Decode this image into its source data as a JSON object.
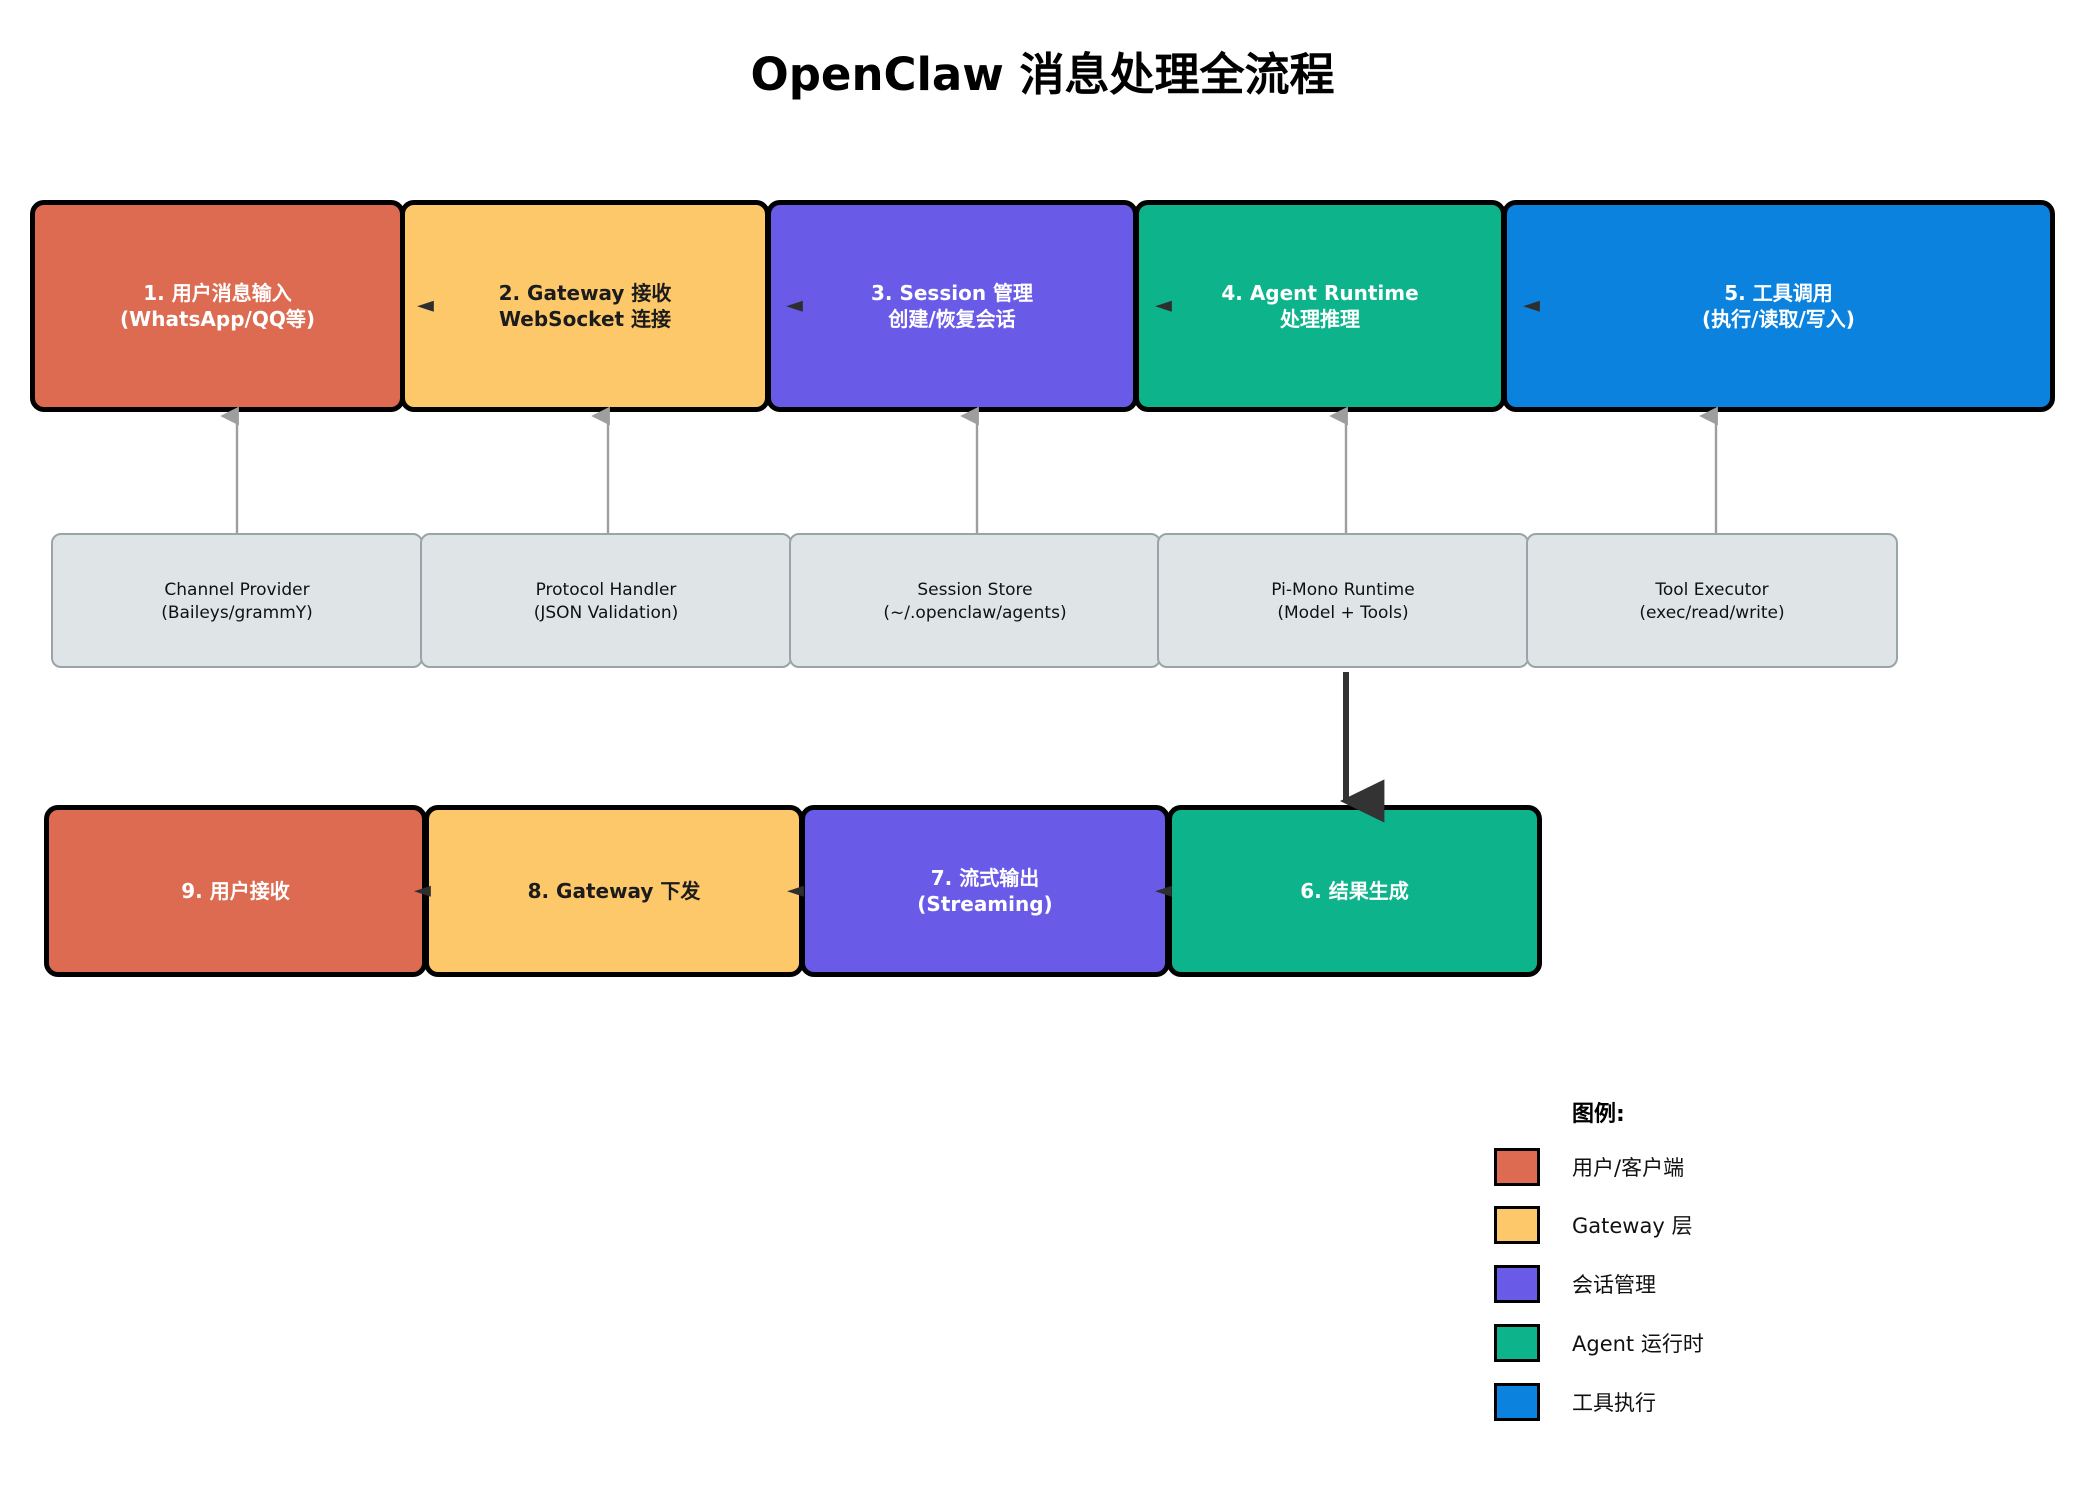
{
  "title": "OpenClaw 消息处理全流程",
  "top_row": [
    {
      "id": "node-1",
      "label": "1. 用户消息输入\n(WhatsApp/QQ等)",
      "color": "#DC6B52",
      "text_color": "#ffffff"
    },
    {
      "id": "node-2",
      "label": "2. Gateway 接收\nWebSocket 连接",
      "color": "#FCC86A",
      "text_color": "#1c1c1c"
    },
    {
      "id": "node-3",
      "label": "3. Session 管理\n创建/恢复会话",
      "color": "#6A5AE8",
      "text_color": "#ffffff"
    },
    {
      "id": "node-4",
      "label": "4. Agent Runtime\n处理推理",
      "color": "#0DB48B",
      "text_color": "#ffffff"
    },
    {
      "id": "node-5",
      "label": "5. 工具调用\n(执行/读取/写入)",
      "color": "#0B83DE",
      "text_color": "#ffffff"
    }
  ],
  "middle_row": [
    {
      "id": "sub-1",
      "label": "Channel Provider\n(Baileys/grammY)"
    },
    {
      "id": "sub-2",
      "label": "Protocol Handler\n(JSON Validation)"
    },
    {
      "id": "sub-3",
      "label": "Session Store\n(~/.openclaw/agents)"
    },
    {
      "id": "sub-4",
      "label": "Pi-Mono Runtime\n(Model + Tools)"
    },
    {
      "id": "sub-5",
      "label": "Tool Executor\n(exec/read/write)"
    }
  ],
  "bottom_row": [
    {
      "id": "node-9",
      "label": "9. 用户接收",
      "color": "#DC6B52",
      "text_color": "#ffffff"
    },
    {
      "id": "node-8",
      "label": "8. Gateway 下发",
      "color": "#FCC86A",
      "text_color": "#1c1c1c"
    },
    {
      "id": "node-7",
      "label": "7. 流式输出\n(Streaming)",
      "color": "#6A5AE8",
      "text_color": "#ffffff"
    },
    {
      "id": "node-6",
      "label": "6. 结果生成",
      "color": "#0DB48B",
      "text_color": "#ffffff"
    }
  ],
  "legend": {
    "title": "图例:",
    "items": [
      {
        "color": "#DC6B52",
        "label": "用户/客户端"
      },
      {
        "color": "#FCC86A",
        "label": "Gateway 层"
      },
      {
        "color": "#6A5AE8",
        "label": "会话管理"
      },
      {
        "color": "#0DB48B",
        "label": "Agent 运行时"
      },
      {
        "color": "#0B83DE",
        "label": "工具执行"
      }
    ]
  },
  "connectors": {
    "vertical_arrow_color": "#9E9E9E",
    "main_arrow_color": "#333333",
    "edge_arrow_glyph": "◄"
  }
}
